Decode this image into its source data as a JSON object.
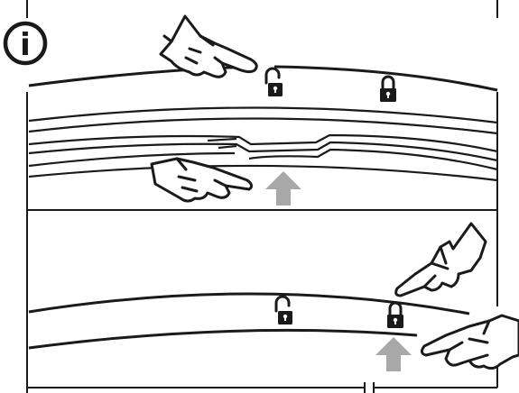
{
  "info_badge": {
    "glyph": "i",
    "icon": "info-icon"
  },
  "colors": {
    "line": "#1a1a1a",
    "arrow": "#a8a8a8",
    "background": "#ffffff"
  },
  "panels": [
    {
      "id": "top",
      "icons": [
        "unlock-icon",
        "lock-icon",
        "hand-pointing-down-icon",
        "hand-pointing-right-icon",
        "push-up-arrow-icon"
      ]
    },
    {
      "id": "bottom",
      "icons": [
        "unlock-icon",
        "lock-icon",
        "hand-pointing-down-icon",
        "hand-pointing-left-icon",
        "push-up-arrow-icon"
      ]
    }
  ]
}
